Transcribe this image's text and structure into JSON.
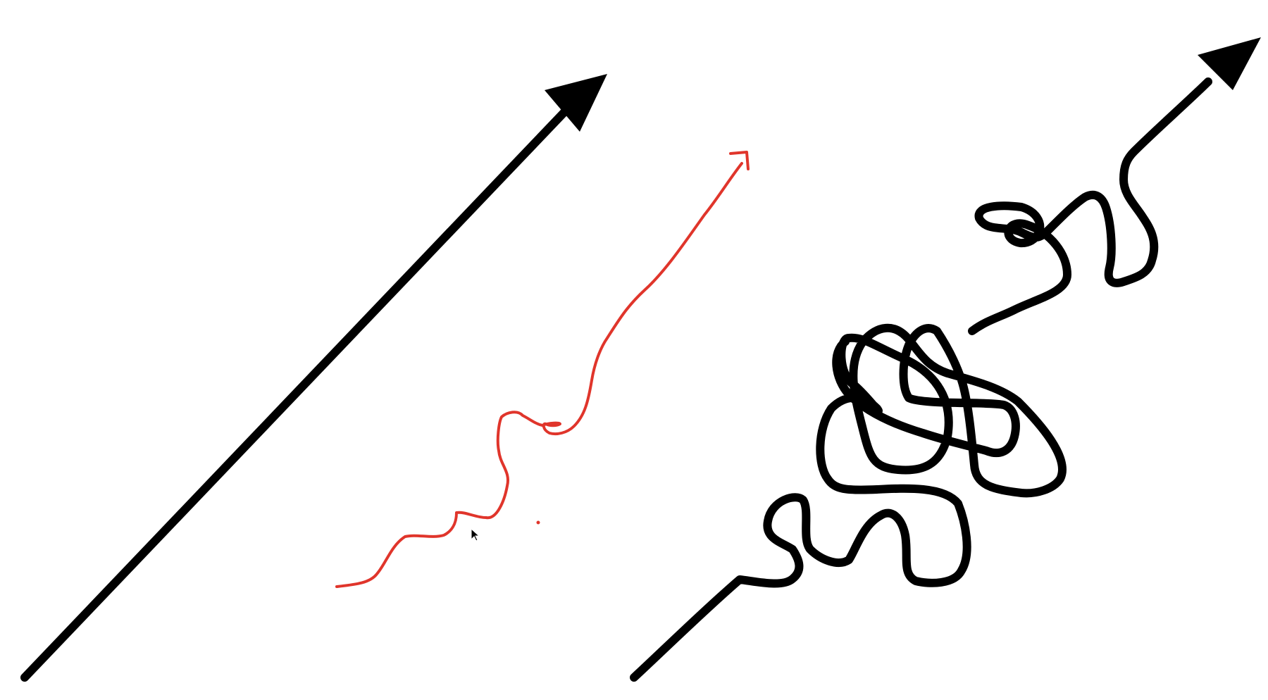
{
  "colors": {
    "background": "#ffffff",
    "ink": "#000000",
    "pen": "#e0352b"
  },
  "strokes": [
    {
      "name": "straight-arrow",
      "color": "ink",
      "shape": "straight line with filled arrowhead"
    },
    {
      "name": "wavy-red-arrow",
      "color": "pen",
      "shape": "hand-drawn wavy line with open arrowhead"
    },
    {
      "name": "tangled-arrow",
      "color": "ink",
      "shape": "hand-drawn tangled loops with filled arrowhead"
    }
  ],
  "cursor": {
    "icon": "mouse-pointer-icon"
  }
}
